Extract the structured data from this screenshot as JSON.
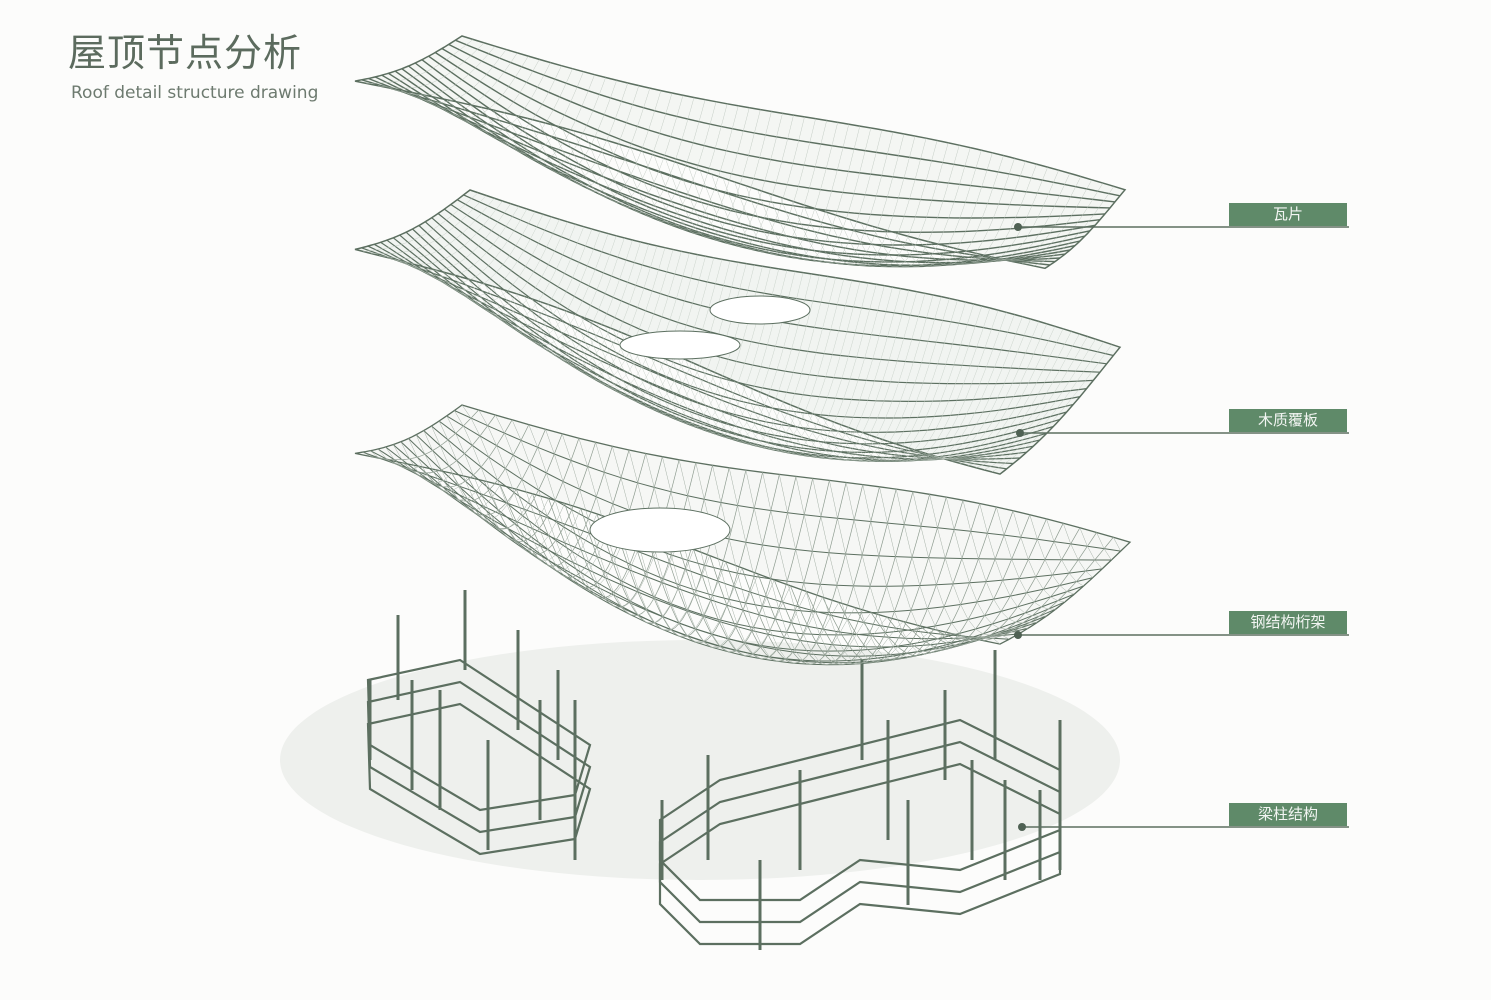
{
  "header": {
    "title": "屋顶节点分析",
    "subtitle": "Roof detail structure drawing"
  },
  "callouts": [
    {
      "label": "瓦片"
    },
    {
      "label": "木质覆板"
    },
    {
      "label": "钢结构桁架"
    },
    {
      "label": "梁柱结构"
    }
  ],
  "colors": {
    "line": "#5c6f60",
    "accent": "#5f8a69",
    "background": "#fcfcfb"
  }
}
